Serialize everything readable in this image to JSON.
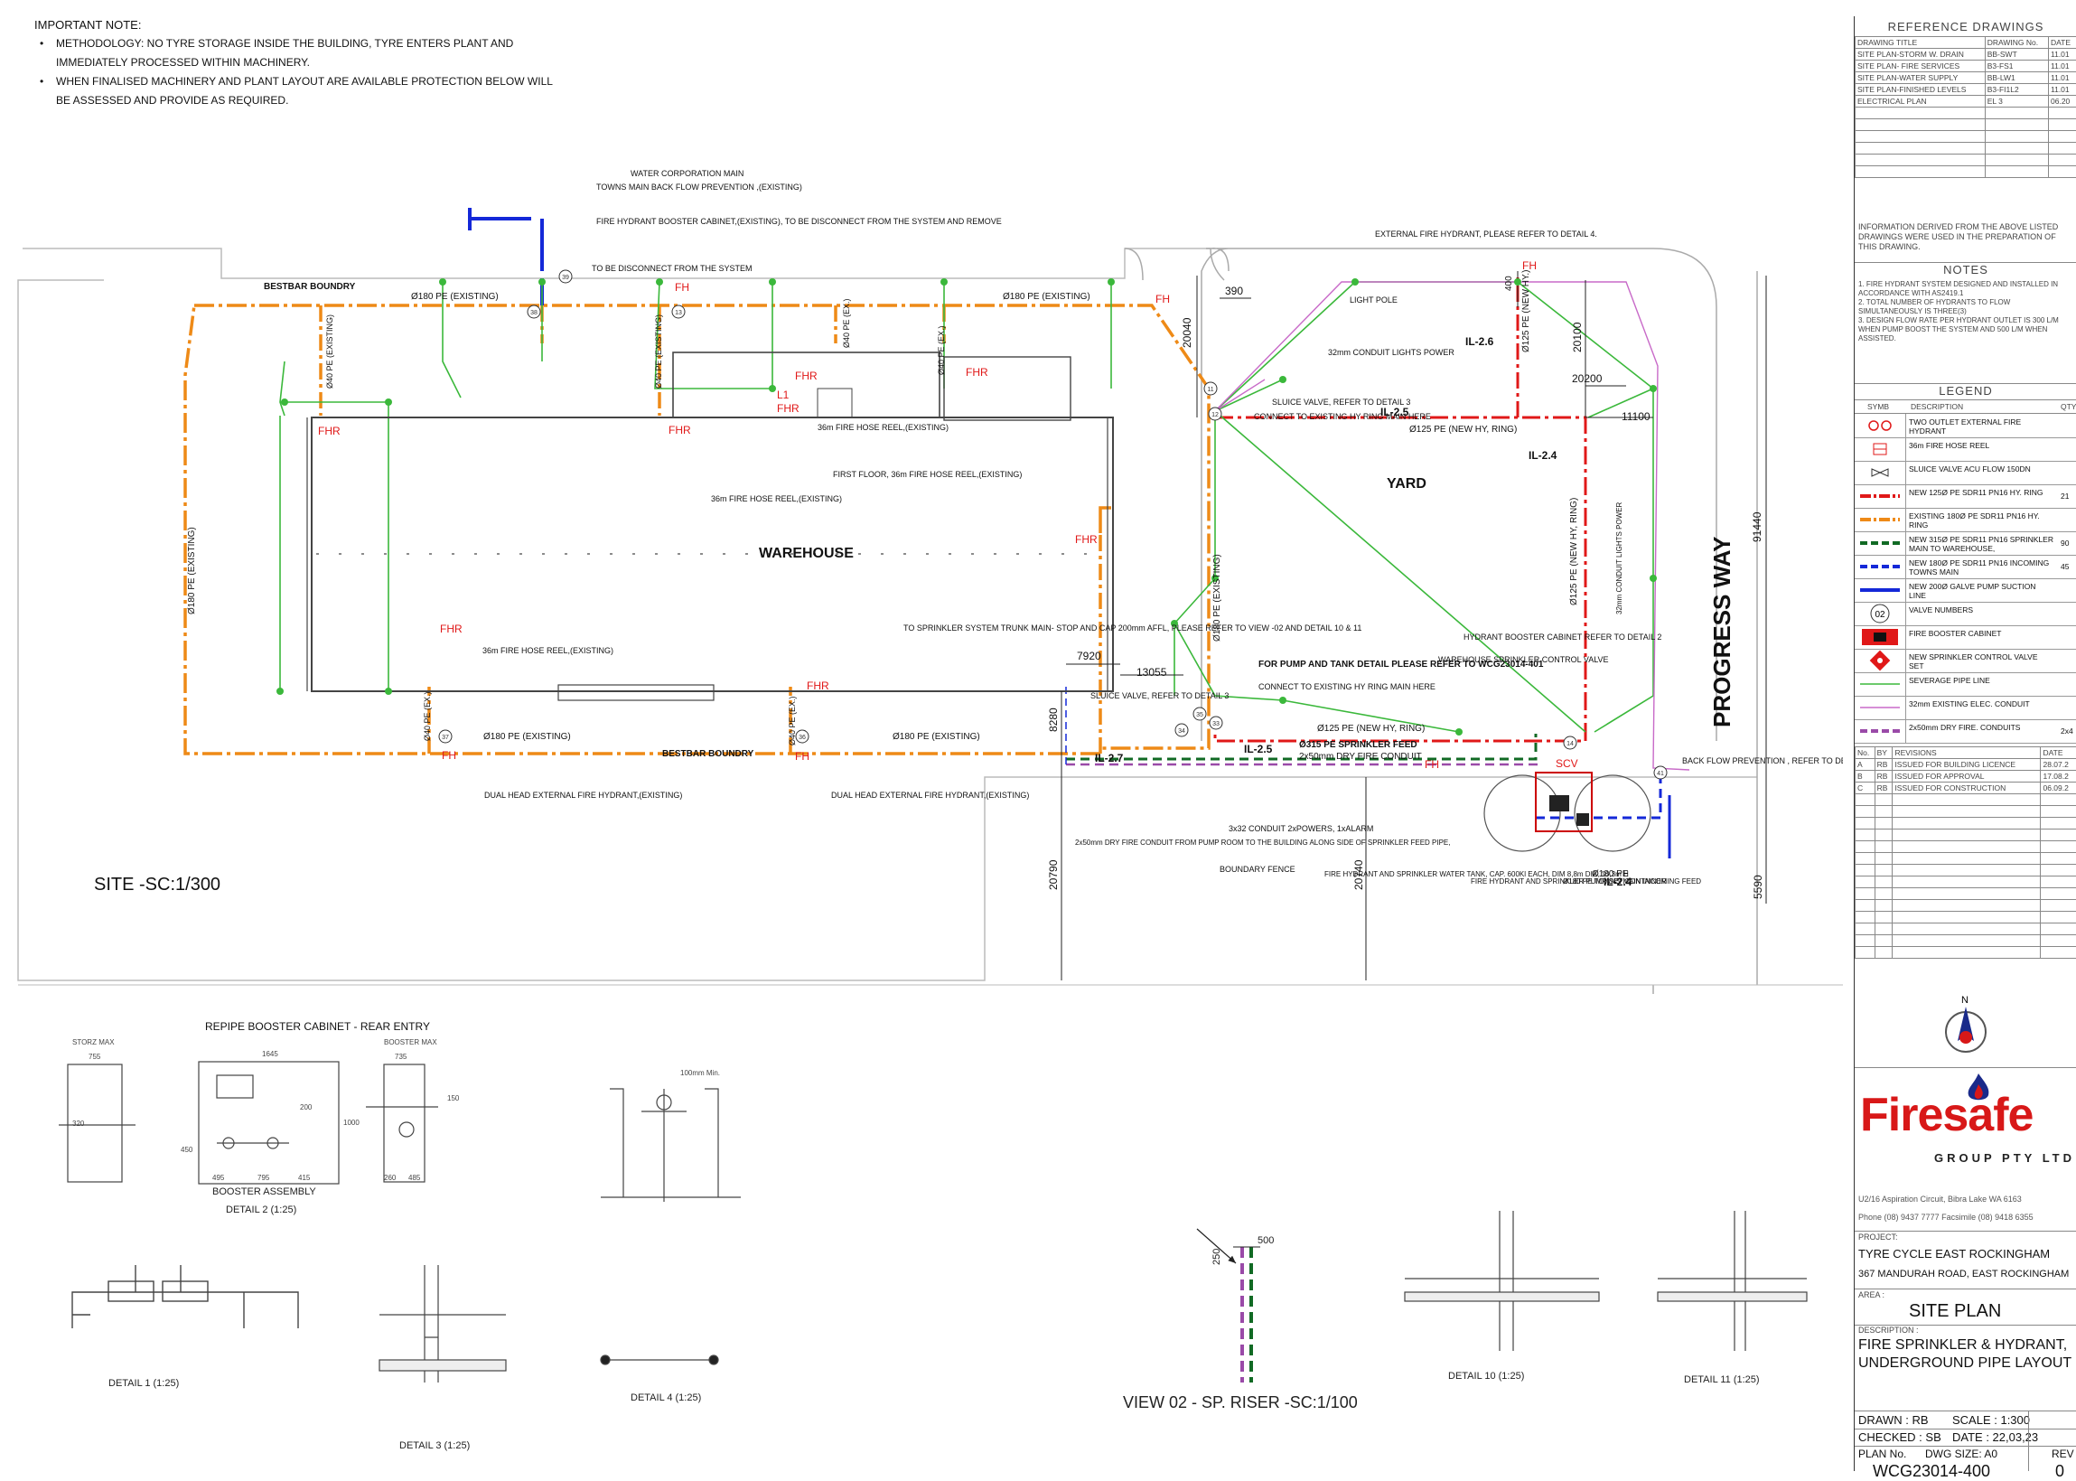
{
  "notes": {
    "title": "IMPORTANT NOTE:",
    "items": [
      "METHODOLOGY: NO TYRE STORAGE INSIDE THE BUILDING, TYRE ENTERS PLANT AND IMMEDIATELY PROCESSED WITHIN MACHINERY.",
      "WHEN FINALISED MACHINERY AND PLANT LAYOUT ARE AVAILABLE PROTECTION BELOW WILL BE ASSESSED AND PROVIDE AS REQUIRED."
    ]
  },
  "plan": {
    "site_label": "SITE -SC:1/300",
    "warehouse": "WAREHOUSE",
    "yard": "YARD",
    "road": "PROGRESS WAY",
    "boundary_top": "BESTBAR BOUNDRY",
    "boundary_bottom": "BESTBAR BOUNDRY",
    "boundary_fence": "BOUNDARY FENCE",
    "pipes": {
      "p180_top_left": "Ø180 PE (EXISTING)",
      "p180_top_right": "Ø180 PE (EXISTING)",
      "p180_bottom_left": "Ø180 PE (EXISTING)",
      "p180_bottom_right": "Ø180 PE (EXISTING)",
      "p180_left": "Ø180 PE (EXISTING)",
      "p180_mid": "Ø180 PE (EXISTING)",
      "p40_a": "Ø40 PE (EXISTING)",
      "p40_b": "Ø40 PE (EXISTING)",
      "p40_c": "Ø40 PE (EX.)",
      "p40_d": "Ø40 PE (EX.)",
      "p40_e": "Ø40 PE (EX.)",
      "p40_f": "Ø40 PE (EX.)",
      "p125_ring_top": "Ø125 PE (NEW HY, RING)",
      "p125_ring_bottom": "Ø125 PE (NEW HY, RING)",
      "p125_ring_right": "Ø125 PE (NEW HY, RING)",
      "p125_ring_v": "Ø125 PE (NEW HY.)",
      "p315": "Ø315 PE SPRINKLER FEED",
      "p180_towns": "Ø180 PE",
      "conduit_dry": "2x50mm DRY FIRE CONDUIT",
      "conduit_lights": "32mm CONDUIT LIGHTS POWER"
    },
    "levels": [
      "IL-2.6",
      "IL-2.5",
      "IL-2.4",
      "IL-2.7",
      "IL-2.5",
      "IL-2.4"
    ],
    "dims": [
      "20040",
      "390",
      "400",
      "20100",
      "20200",
      "11100",
      "91440",
      "7920",
      "13055",
      "8280",
      "20790",
      "20740",
      "5590"
    ],
    "tags": {
      "fh": "FH",
      "fhr": "FHR",
      "scv": "SCV",
      "l1": "L1"
    },
    "callouts": {
      "water_corp": "WATER CORPORATION MAIN",
      "towns_backflow": "TOWNS MAIN BACK FLOW PREVENTION ,(EXISTING)",
      "booster_existing": "FIRE HYDRANT BOOSTER CABINET,(EXISTING), TO BE DISCONNECT FROM THE SYSTEM AND REMOVE",
      "disconnect": "TO BE DISCONNECT FROM THE SYSTEM",
      "ext_hydrant": "EXTERNAL FIRE HYDRANT, PLEASE REFER TO DETAIL 4.",
      "light_pole": "LIGHT POLE",
      "sluice_1": "SLUICE VALVE, REFER TO DETAIL 3",
      "connect_1": "CONNECT TO EXISTING HY RING MAIN HERE",
      "hose_36_1": "36m FIRE HOSE REEL,(EXISTING)",
      "first_floor": "FIRST FLOOR, 36m FIRE HOSE REEL,(EXISTING)",
      "hose_36_2": "36m FIRE HOSE REEL,(EXISTING)",
      "hose_36_3": "36m FIRE HOSE REEL,(EXISTING)",
      "to_sprinkler": "TO SPRINKLER SYSTEM TRUNK MAIN- STOP AND CAP 200mm AFFL, PLEASE REFER TO VIEW -02 AND DETAIL 10 & 11",
      "pump_tank": "FOR PUMP AND TANK DETAIL PLEASE REFER TO WCG23014-401",
      "connect_2": "CONNECT TO EXISTING HY RING MAIN HERE",
      "sluice_2": "SLUICE VALVE, REFER TO DETAIL 3",
      "hydrant_booster": "HYDRANT BOOSTER CABINET REFER TO DETAIL 2",
      "wh_sprinkler": "WAREHOUSE SPRINKLER CONTROL VALVE",
      "back_flow": "BACK FLOW PREVENTION , REFER TO DETAIL 1",
      "dual_head_1": "DUAL HEAD EXTERNAL FIRE HYDRANT,(EXISTING)",
      "dual_head_2": "DUAL HEAD EXTERNAL FIRE HYDRANT,(EXISTING)",
      "dry_conduit": "2x50mm DRY FIRE CONDUIT FROM PUMP ROOM TO THE BUILDING ALONG SIDE OF SPRINKLER FEED PIPE,",
      "conduit_3x32": "3x32 CONDUIT 2xPOWERS, 1xALARM",
      "tank": "FIRE HYDRANT AND SPRINKLER WATER TANK, CAP. 600Kl EACH, DIM 8,8m DIA, 10,3m H",
      "pump_container": "FIRE HYDRANT AND SPRINKLER PUMP SET CONTAINER",
      "towns_feed": "Ø180 PE TOWNS MAIN INCOMING FEED"
    },
    "valve_numbers": [
      "38",
      "39",
      "13",
      "11",
      "12",
      "37",
      "36",
      "34",
      "35",
      "33",
      "14",
      "41"
    ]
  },
  "details": {
    "repipe": "REPIPE BOOSTER CABINET - REAR ENTRY",
    "booster_assembly": "BOOSTER ASSEMBLY",
    "detail2": "DETAIL 2 (1:25)",
    "detail1": "DETAIL 1 (1:25)",
    "detail3": "DETAIL 3 (1:25)",
    "detail4": "DETAIL 4 (1:25)",
    "view02": "VIEW 02 - SP. RISER -SC:1/100",
    "detail10": "DETAIL 10 (1:25)",
    "detail11": "DETAIL 11 (1:25)",
    "storz_max": "STORZ MAX",
    "booster_max": "BOOSTER MAX",
    "d2_dims": [
      "755",
      "1645",
      "200",
      "1000",
      "450",
      "495",
      "795",
      "415",
      "735",
      "150",
      "260",
      "485",
      "320"
    ],
    "v02_dims": [
      "500",
      "250"
    ],
    "d4_dim": "100mm Min."
  },
  "title_block": {
    "ref_header": "REFERENCE DRAWINGS",
    "ref_cols": [
      "DRAWING TITLE",
      "DRAWING No.",
      "DATE"
    ],
    "ref_rows": [
      [
        "SITE PLAN-STORM W. DRAIN",
        "BB-SWT",
        "11.01"
      ],
      [
        "SITE PLAN- FIRE SERVICES",
        "B3-FS1",
        "11.01"
      ],
      [
        "SITE PLAN-WATER SUPPLY",
        "BB-LW1",
        "11.01"
      ],
      [
        "SITE PLAN-FINISHED LEVELS",
        "B3-FI1L2",
        "11.01"
      ],
      [
        "ELECTRICAL PLAN",
        "EL 3",
        "06.20"
      ]
    ],
    "info": "INFORMATION DERIVED FROM THE ABOVE LISTED DRAWINGS WERE USED IN THE PREPARATION OF THIS DRAWING.",
    "notes_header": "NOTES",
    "notes": [
      "1. FIRE HYDRANT SYSTEM DESIGNED AND INSTALLED IN ACCORDANCE WITH AS2419.1",
      "2. TOTAL NUMBER OF HYDRANTS TO FLOW SIMULTANEOUSLY IS THREE(3)",
      "3. DESIGN FLOW RATE PER HYDRANT OUTLET IS 300 L/M WHEN PUMP BOOST THE SYSTEM AND 500 L/M WHEN ASSISTED."
    ],
    "legend_header": "LEGEND",
    "legend_cols": [
      "SYMB",
      "DESCRIPTION",
      "QTY"
    ],
    "legend": [
      {
        "sym": "hydrant-symbol",
        "desc": "TWO OUTLET EXTERNAL FIRE HYDRANT",
        "qty": ""
      },
      {
        "sym": "hose-reel-symbol",
        "desc": "36m FIRE HOSE REEL",
        "qty": ""
      },
      {
        "sym": "sluice-valve-symbol",
        "desc": "SLUICE VALVE ACU FLOW 150DN",
        "qty": ""
      },
      {
        "sym": "red-dashdot-line",
        "desc": "NEW 125Ø PE SDR11 PN16 HY. RING",
        "qty": "21"
      },
      {
        "sym": "orange-dashdot-line",
        "desc": "EXISTING 180Ø PE SDR11 PN16 HY. RING",
        "qty": ""
      },
      {
        "sym": "green-dashed-line",
        "desc": "NEW 315Ø PE SDR11 PN16 SPRINKLER MAIN TO WAREHOUSE,",
        "qty": "90"
      },
      {
        "sym": "blue-dashed-line",
        "desc": "NEW 180Ø PE SDR11 PN16 INCOMING TOWNS MAIN",
        "qty": "45"
      },
      {
        "sym": "blue-solid-line",
        "desc": "NEW 200Ø GALVE PUMP SUCTION LINE",
        "qty": ""
      },
      {
        "sym": "valve-number-symbol",
        "desc": "VALVE NUMBERS",
        "qty": ""
      },
      {
        "sym": "booster-cabinet-symbol",
        "desc": "FIRE BOOSTER CABINET",
        "qty": ""
      },
      {
        "sym": "control-valve-symbol",
        "desc": "NEW SPRINKLER CONTROL VALVE SET",
        "qty": ""
      },
      {
        "sym": "green-thin-line",
        "desc": "SEVERAGE PIPE LINE",
        "qty": ""
      },
      {
        "sym": "magenta-thin-line",
        "desc": "32mm EXISTING ELEC. CONDUIT",
        "qty": ""
      },
      {
        "sym": "purple-dashed-line",
        "desc": "2x50mm DRY FIRE. CONDUITS",
        "qty": "2x4"
      }
    ],
    "valve_sym_label": "02",
    "rev_cols": [
      "No.",
      "BY",
      "REVISIONS",
      "DATE"
    ],
    "revisions": [
      [
        "A",
        "RB",
        "ISSUED FOR BUILDING LICENCE",
        "28.07.2"
      ],
      [
        "B",
        "RB",
        "ISSUED FOR APPROVAL",
        "17.08.2"
      ],
      [
        "C",
        "RB",
        "ISSUED FOR CONSTRUCTION",
        "06.09.2"
      ]
    ],
    "north": "N",
    "company": "Firesafe",
    "company_sub": "GROUP PTY LTD",
    "address": "U2/16 Aspiration Circuit, Bibra Lake WA 6163",
    "phone": "Phone (08) 9437 7777 Facsimile (08) 9418 6355",
    "project_label": "PROJECT:",
    "project": "TYRE CYCLE EAST ROCKINGHAM",
    "project_addr": "367 MANDURAH ROAD, EAST ROCKINGHAM",
    "area_label": "AREA :",
    "area": "SITE PLAN",
    "desc_label": "DESCRIPTION :",
    "desc1": "FIRE SPRINKLER & HYDRANT,",
    "desc2": "UNDERGROUND PIPE LAYOUT",
    "drawn": "DRAWN : RB",
    "scale": "SCALE : 1:300",
    "checked": "CHECKED : SB",
    "date": "DATE : 22,03,23",
    "plan_no_label": "PLAN No.",
    "dwg_size": "DWG SIZE: A0",
    "rev_label": "REV",
    "plan_no": "WCG23014-400",
    "rev": "0"
  },
  "colors": {
    "orange": "#ee8a17",
    "red": "#e01818",
    "green": "#3bb83b",
    "magenta": "#c86ac8",
    "blue": "#1428d8",
    "darkgreen": "#116a24",
    "purple": "#9a4aa8"
  }
}
